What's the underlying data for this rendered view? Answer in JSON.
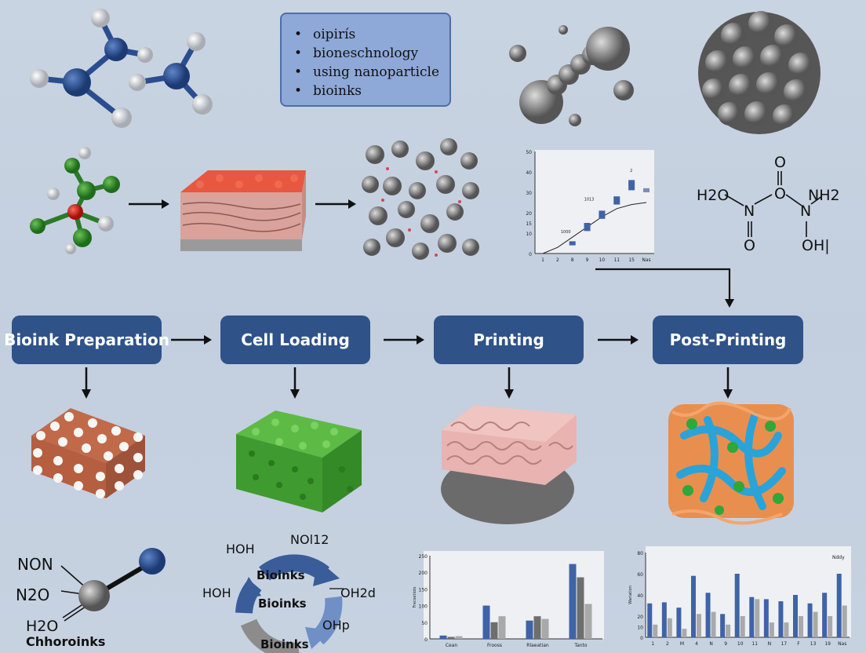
{
  "bullet_box": {
    "items": [
      "oipirís",
      "bioneschnology",
      "using nanoparticle",
      "bioinks"
    ]
  },
  "stages": [
    {
      "label": "Bioink Preparation"
    },
    {
      "label": "Cell Loading"
    },
    {
      "label": "Printing"
    },
    {
      "label": "Post-Printing"
    }
  ],
  "molecule": {
    "h2o": "H2O",
    "nh2": "NH2",
    "oh": "OH|",
    "o_top": "O",
    "o_center": "O",
    "o_bottom": "O",
    "n_left": "N",
    "n_right": "N"
  },
  "bottom_left": {
    "non": "NON",
    "n2o": "N2O",
    "h2o": "H2O",
    "caption": "Chhoroinks"
  },
  "cycle": {
    "hoh_top": "HOH",
    "noh2": "NOl12",
    "hoh_left": "HOH",
    "oh2d": "OH2d",
    "ohp": "OHp",
    "ring_label_1": "Bioinks",
    "ring_label_2": "Bioinks",
    "ring_label_3": "Bioinks"
  },
  "colors": {
    "stage_fill": "#2f5289",
    "bar_blue": "#3f63a8",
    "bar_gray": "#a9a9a9"
  },
  "chart_data": [
    {
      "type": "line",
      "categories": [
        "1",
        "2",
        "8",
        "9",
        "10",
        "11",
        "15",
        "Nas"
      ],
      "y_ticks": [
        "0",
        "10",
        "15",
        "20",
        "30",
        "40",
        "50"
      ],
      "ylim": [
        0,
        50
      ],
      "series": [
        {
          "values": [
            0,
            3,
            8,
            13,
            18,
            22,
            24,
            25
          ]
        }
      ],
      "boxes": [
        {
          "x": "8",
          "low": 4,
          "high": 6,
          "color": "#3f63a8"
        },
        {
          "x": "9",
          "low": 11,
          "high": 15,
          "color": "#3f63a8"
        },
        {
          "x": "10",
          "low": 17,
          "high": 21,
          "color": "#3f63a8"
        },
        {
          "x": "11",
          "low": 24,
          "high": 28,
          "color": "#3f63a8"
        },
        {
          "x": "15",
          "low": 31,
          "high": 36,
          "color": "#3f63a8"
        },
        {
          "x": "Nas",
          "low": 30,
          "high": 32,
          "color": "#7a8fb5"
        }
      ],
      "annotations": [
        "1000",
        "1013",
        "2"
      ],
      "grid": false
    },
    {
      "type": "bar",
      "categories": [
        "Cean",
        "Frooss",
        "Rlaeatian",
        "Tanto"
      ],
      "y_ticks": [
        "0",
        "50",
        "100",
        "150",
        "200",
        "250"
      ],
      "ylim": [
        0,
        250
      ],
      "ylabel": "Frecsotiots",
      "series": [
        {
          "values": [
            10,
            100,
            55,
            225
          ],
          "color": "#3f63a8"
        },
        {
          "values": [
            6,
            50,
            68,
            185
          ],
          "color": "#6e6e6e"
        },
        {
          "values": [
            8,
            68,
            60,
            105
          ],
          "color": "#a9a9a9"
        }
      ],
      "grid": false
    },
    {
      "type": "bar",
      "categories": [
        "1",
        "2",
        "M",
        "4",
        "N",
        "9",
        "10",
        "11",
        "N",
        "17",
        "F",
        "13",
        "19",
        "Nas"
      ],
      "y_ticks": [
        "0",
        "10",
        "20",
        "40",
        "60",
        "80"
      ],
      "ylim": [
        0,
        80
      ],
      "ylabel": "Wariation",
      "annotation": "Nddy",
      "series": [
        {
          "values": [
            32,
            33,
            28,
            58,
            42,
            22,
            60,
            38,
            36,
            34,
            40,
            32,
            42,
            60
          ],
          "color": "#3f63a8"
        },
        {
          "values": [
            12,
            18,
            8,
            22,
            24,
            12,
            20,
            36,
            14,
            14,
            20,
            24,
            20,
            30
          ],
          "color": "#a9a9a9"
        }
      ],
      "grid": false
    }
  ]
}
